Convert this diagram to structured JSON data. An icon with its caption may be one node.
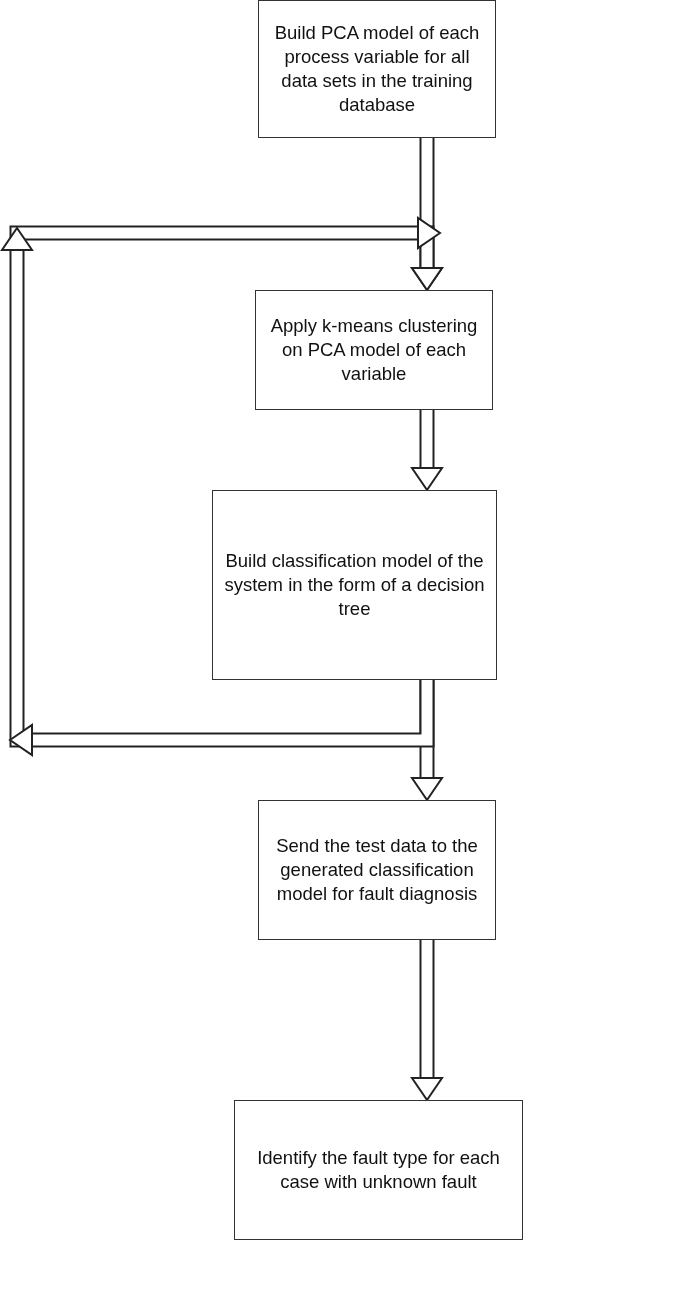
{
  "diagram": {
    "nodes": [
      {
        "text": [
          "Build PCA model of each process variable for all data sets in the training database"
        ]
      },
      {
        "text": [
          "Apply k-means clustering on PCA model of each variable"
        ]
      },
      {
        "text": [
          "Build classification model of the system in the form of a decision tree"
        ]
      },
      {
        "text": [
          "Send the test data to the generated classification model for fault diagnosis"
        ]
      },
      {
        "text": [
          "Identify the fault type for each case with unknown fault"
        ]
      }
    ],
    "edges": [
      {
        "from": 0,
        "to": 1,
        "arrow": "to"
      },
      {
        "from": 1,
        "to": 2,
        "arrow": "to"
      },
      {
        "from": 2,
        "to": 3,
        "arrow": "to"
      },
      {
        "from": 3,
        "to": 4,
        "arrow": "to"
      },
      {
        "from": 2,
        "to": 1,
        "arrow": "to"
      }
    ]
  }
}
